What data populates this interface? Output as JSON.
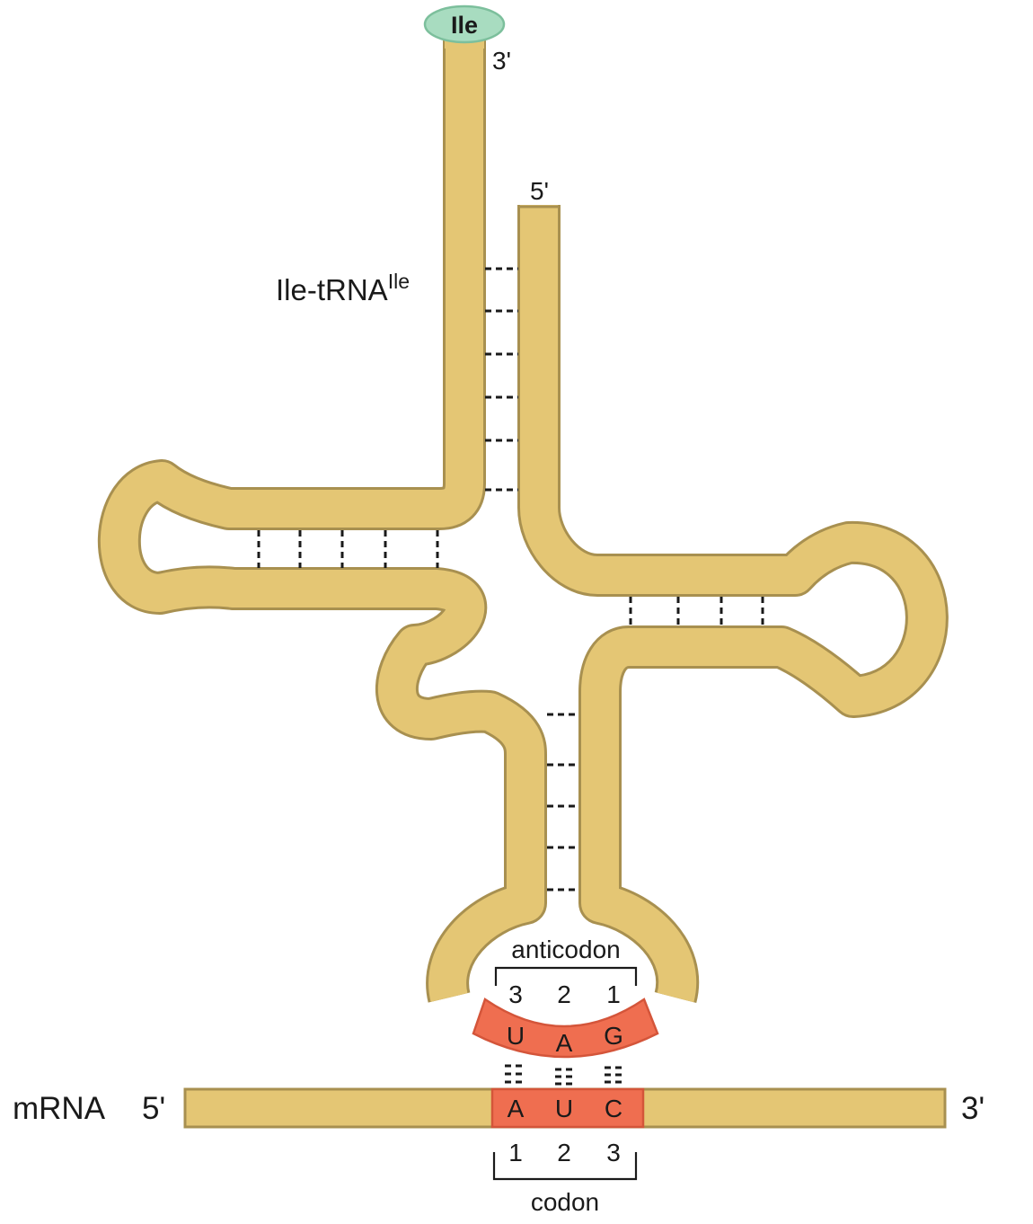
{
  "amino_acid": "Ile",
  "trna": {
    "name": "Ile-tRNA",
    "superscript": "Ile",
    "end_3": "3'",
    "end_5": "5'"
  },
  "anticodon": {
    "label": "anticodon",
    "positions": [
      "3",
      "2",
      "1"
    ],
    "bases": [
      "U",
      "A",
      "G"
    ]
  },
  "mrna": {
    "label": "mRNA",
    "end_5": "5'",
    "end_3": "3'"
  },
  "codon": {
    "label": "codon",
    "positions": [
      "1",
      "2",
      "3"
    ],
    "bases": [
      "A",
      "U",
      "C"
    ]
  },
  "colors": {
    "strand_fill": "#e4c674",
    "strand_edge": "#a89050",
    "highlight": "#ef6e50",
    "amino_acid_fill": "#a8dcc0"
  }
}
